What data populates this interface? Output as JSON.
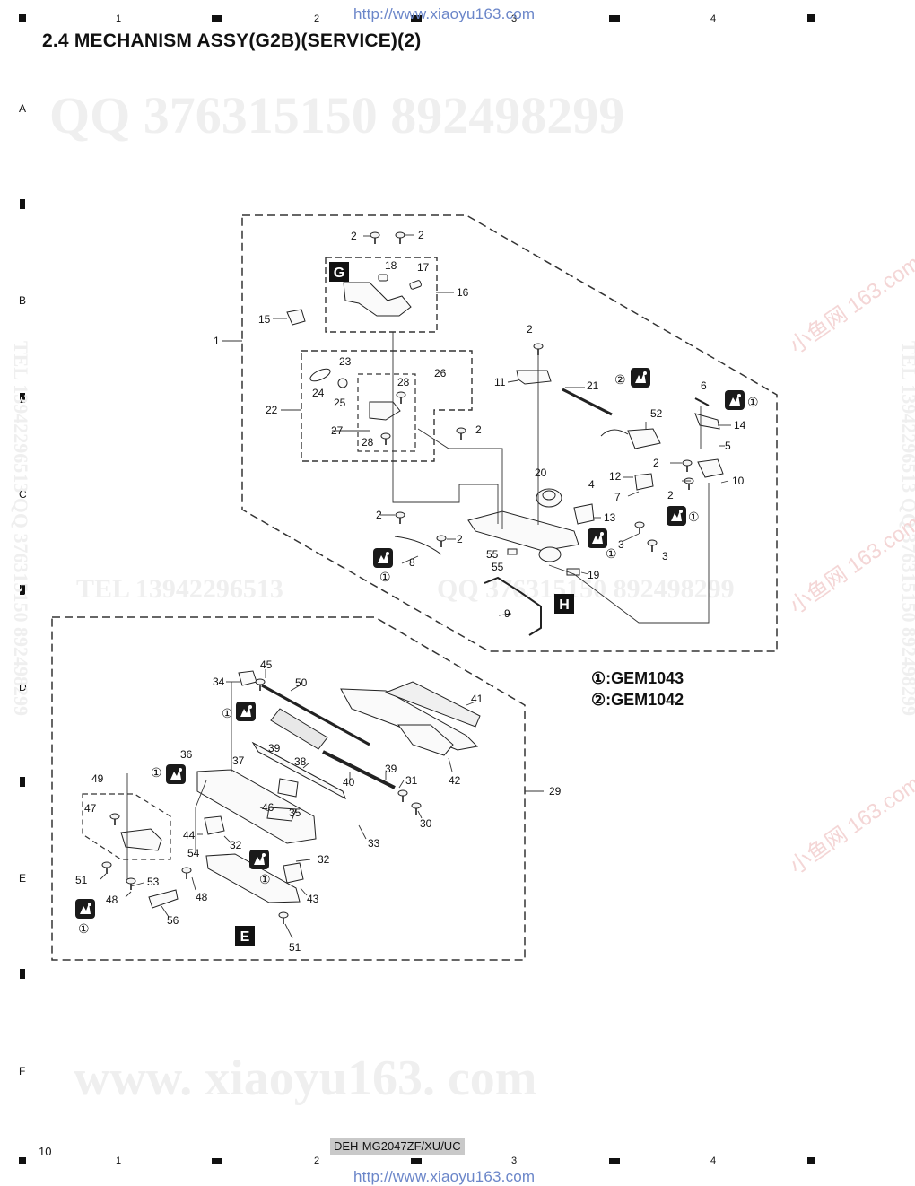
{
  "header": {
    "url": "http://www.xiaoyu163.com",
    "columns": [
      "1",
      "2",
      "3",
      "4"
    ],
    "title": "2.4  MECHANISM ASSY(G2B)(SERVICE)(2)"
  },
  "rows": [
    "A",
    "B",
    "C",
    "D",
    "E",
    "F"
  ],
  "watermarks": {
    "qq_line": "QQ 376315150    892498299",
    "tel_line": "TEL 13942296513",
    "qq_mid": "QQ 376315150 892498299",
    "vertical_right": "TEL 13942296513 QQ 376315150 892498299",
    "vertical_left": "TEL 13942296513 QQ 376315150 892498299",
    "bottom_big": "www. xiaoyu163. com",
    "stamp": "⼩鱼网 163.com"
  },
  "diagram": {
    "marks": {
      "G": "G",
      "H": "H",
      "E": "E"
    },
    "circle1": "①",
    "circle2": "②",
    "labels_upper": [
      "1",
      "2",
      "15",
      "16",
      "17",
      "18",
      "22",
      "23",
      "24",
      "25",
      "26",
      "27",
      "28",
      "11",
      "21",
      "52",
      "6",
      "14",
      "5",
      "10",
      "12",
      "7",
      "3",
      "20",
      "4",
      "13",
      "8",
      "9",
      "55",
      "19"
    ],
    "labels_lower": [
      "29",
      "30",
      "31",
      "32",
      "33",
      "34",
      "35",
      "36",
      "37",
      "38",
      "39",
      "40",
      "41",
      "42",
      "43",
      "44",
      "45",
      "46",
      "47",
      "48",
      "49",
      "50",
      "51",
      "53",
      "54",
      "56"
    ]
  },
  "legend": {
    "item1": "①:GEM1043",
    "item2": "②:GEM1042"
  },
  "footer": {
    "page": "10",
    "model": "DEH-MG2047ZF/XU/UC",
    "url": "http://www.xiaoyu163.com"
  }
}
